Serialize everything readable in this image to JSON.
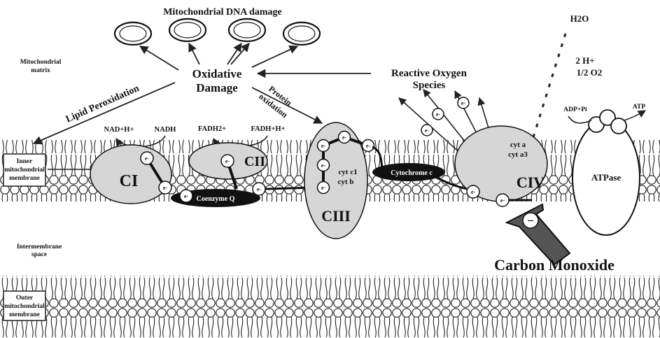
{
  "labels": {
    "mtdna": "Mitochondrial DNA damage",
    "matrix_1": "Mitochondrial",
    "matrix_2": "matrix",
    "oxidative_1": "Oxidative",
    "oxidative_2": "Damage",
    "ros_1": "Reactive Oxygen",
    "ros_2": "Species",
    "lipid": "Lipid Peroxidation",
    "protein_1": "Protein",
    "protein_2": "oxidation",
    "h2o": "H2O",
    "twoh": "2 H+",
    "halfo2": "1/2 O2",
    "adp": "ADP+Pi",
    "atp": "ATP",
    "atpase": "ATPase",
    "nad": "NAD+H+",
    "nadh": "NADH",
    "fadh2": "FADH2+",
    "fadhh": "FADH+H+",
    "inner_1": "Inner",
    "inner_2": "mitochondrial",
    "inner_3": "membrane",
    "c1": "CI",
    "c2": "CII",
    "c3": "CIII",
    "c4": "CIV",
    "coenzyme": "Coenzyme Q",
    "cytochrome": "Cytochrome c",
    "cytc1": "cyt c1",
    "cytb": "cyt b",
    "cyta": "cyt a",
    "cyta3": "cyt a3",
    "electron": "e-",
    "inter_1": "Intermembrane",
    "inter_2": "space",
    "co": "Carbon Monoxide",
    "outer_1": "Outer",
    "outer_2": "mitochondrial",
    "outer_3": "membrane",
    "minus": "−"
  },
  "colors": {
    "complex_fill": "#d6d6d6",
    "dark_oval": "#111111",
    "membrane_head": "#ffffff",
    "arrow": "#222222"
  }
}
